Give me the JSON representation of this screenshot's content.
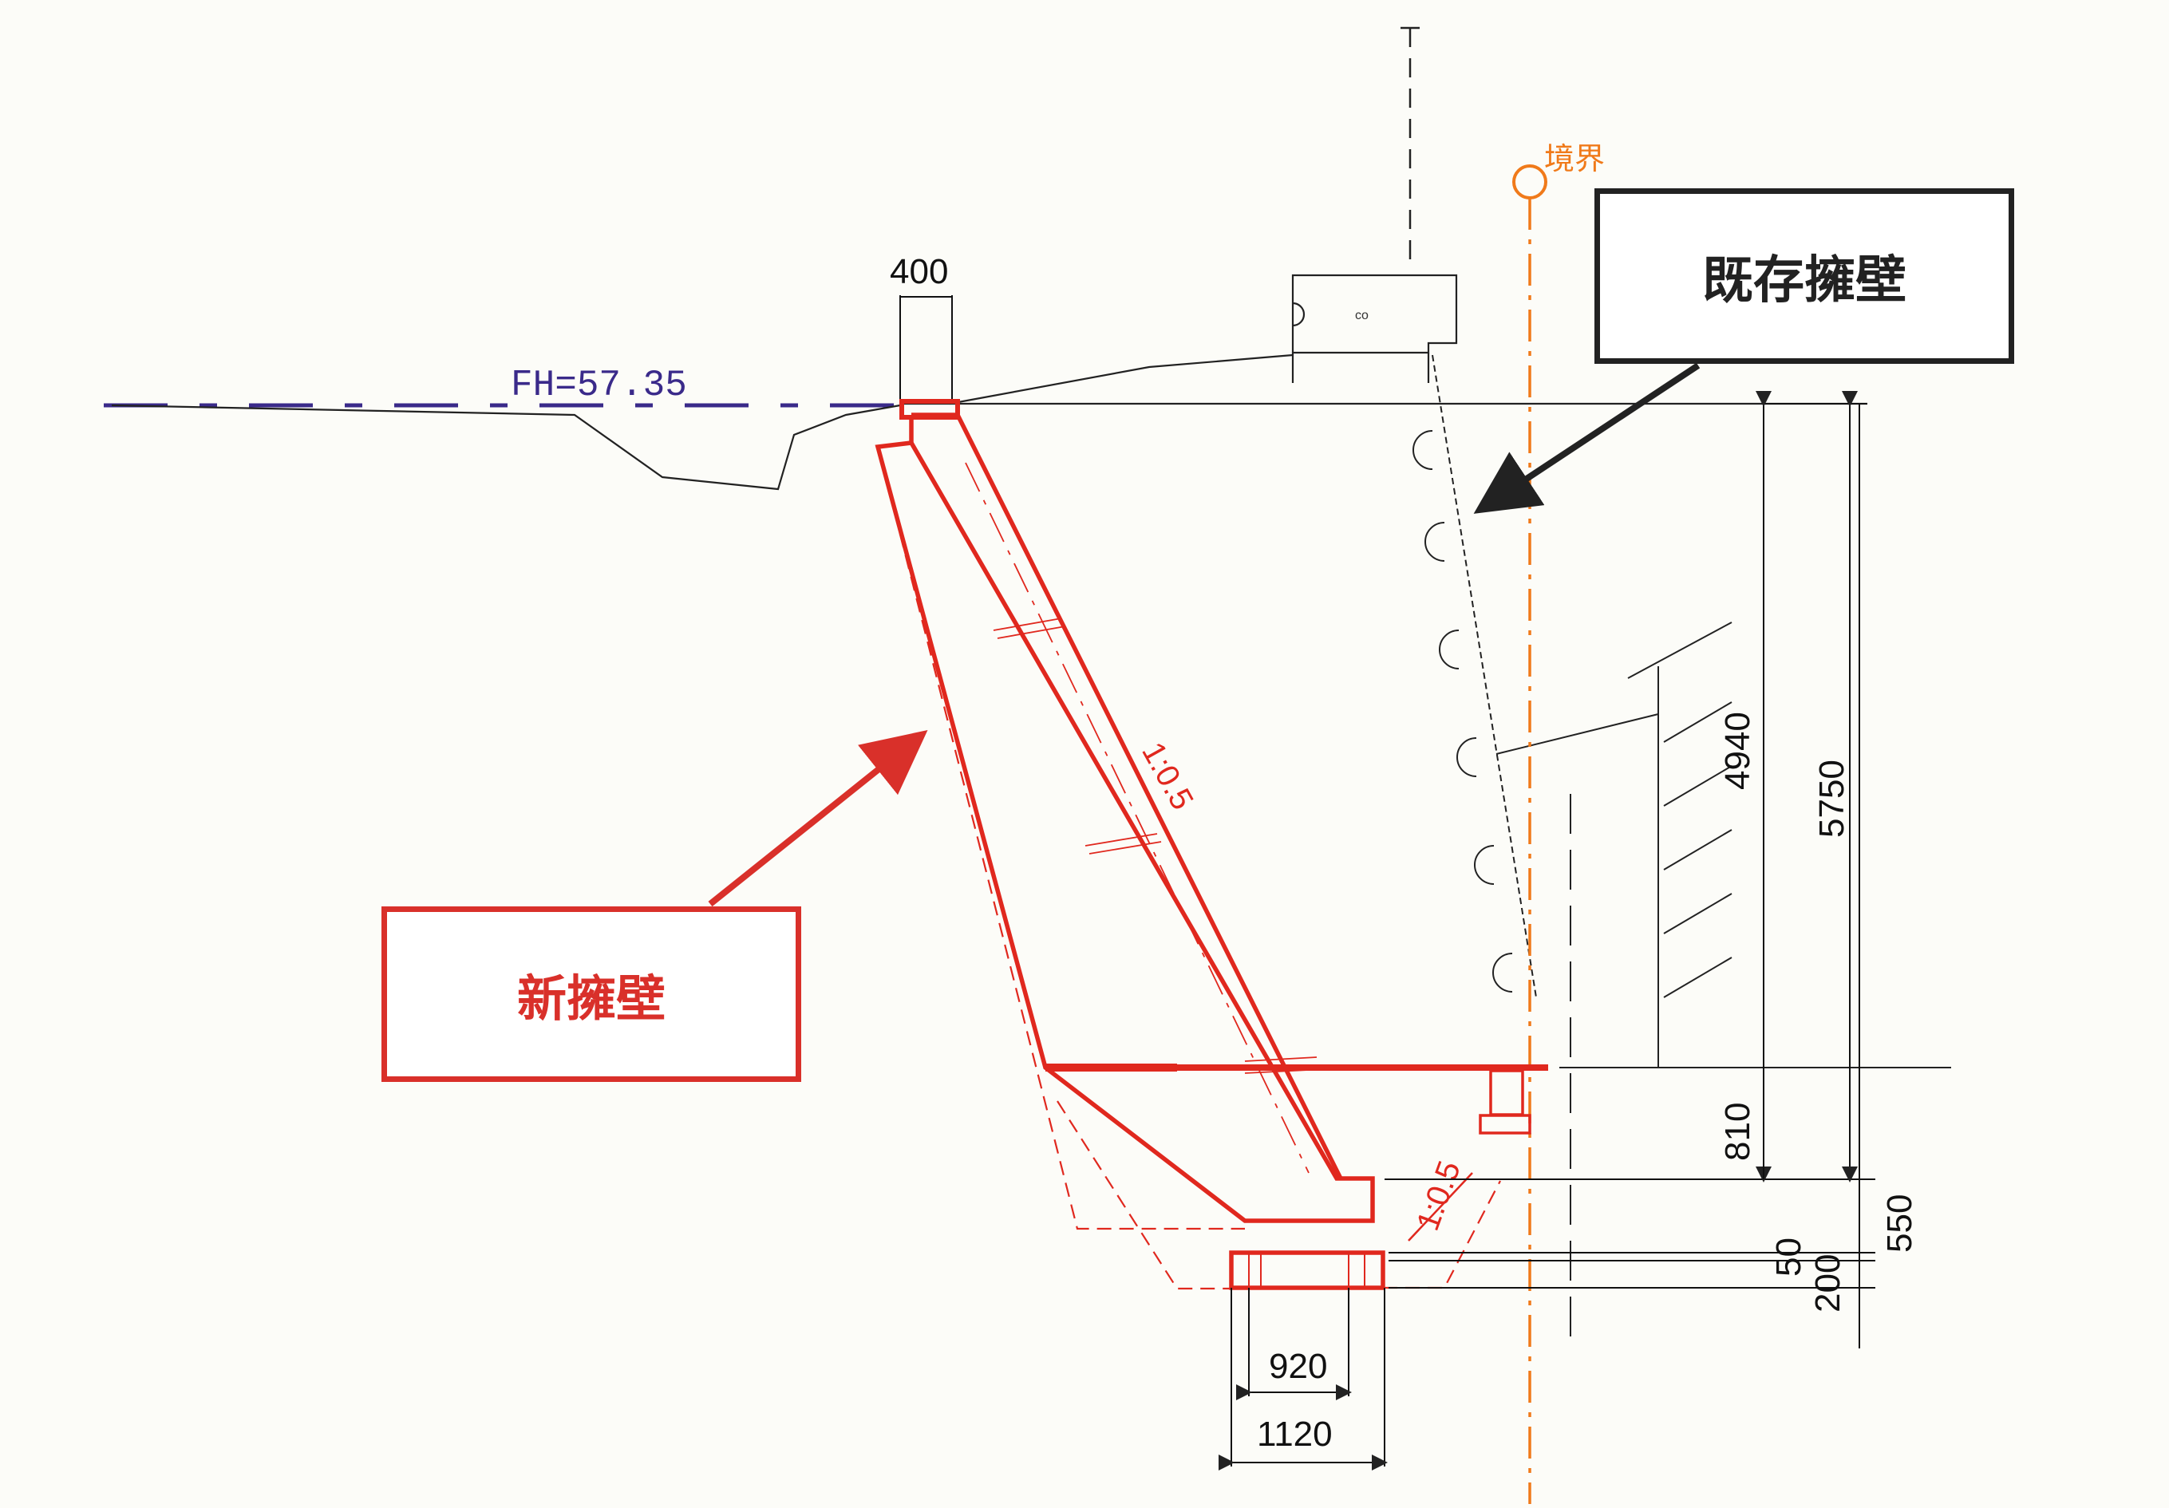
{
  "labels": {
    "new_wall": "新擁壁",
    "existing_wall": "既存擁壁",
    "boundary": "境界",
    "fh": "FH=57.35",
    "slope_upper": "1:0.5",
    "slope_lower": "1:0.5",
    "co_mark": "co"
  },
  "dimensions": {
    "top_width": "400",
    "d4940": "4940",
    "d5750": "5750",
    "d810": "810",
    "d550": "550",
    "d50": "50",
    "d200": "200",
    "d920": "920",
    "d1120": "1120"
  },
  "colors": {
    "new_wall": "#e0281e",
    "existing": "#222222",
    "boundary": "#f07a1a",
    "fh_line": "#3a2a8a"
  }
}
